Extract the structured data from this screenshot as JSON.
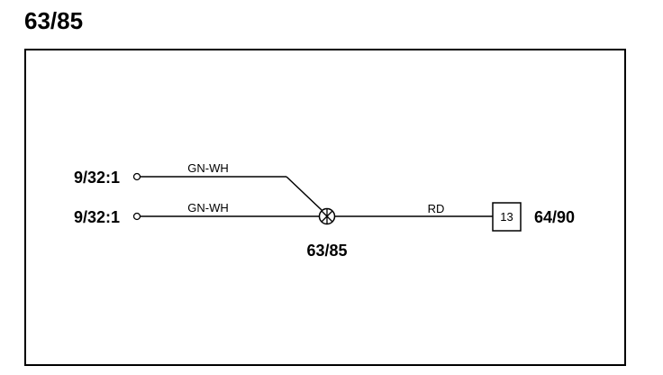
{
  "page": {
    "title": "63/85"
  },
  "diagram": {
    "connectors": [
      {
        "id": "in-top",
        "label": "9/32:1"
      },
      {
        "id": "in-bottom",
        "label": "9/32:1"
      }
    ],
    "wires": [
      {
        "id": "wire-top",
        "color_code": "GN-WH"
      },
      {
        "id": "wire-bottom",
        "color_code": "GN-WH"
      },
      {
        "id": "wire-out",
        "color_code": "RD"
      }
    ],
    "splice": {
      "label": "63/85"
    },
    "terminal": {
      "pin": "13",
      "label": "64/90"
    },
    "colors": {
      "line": "#000000",
      "background": "#ffffff"
    }
  }
}
